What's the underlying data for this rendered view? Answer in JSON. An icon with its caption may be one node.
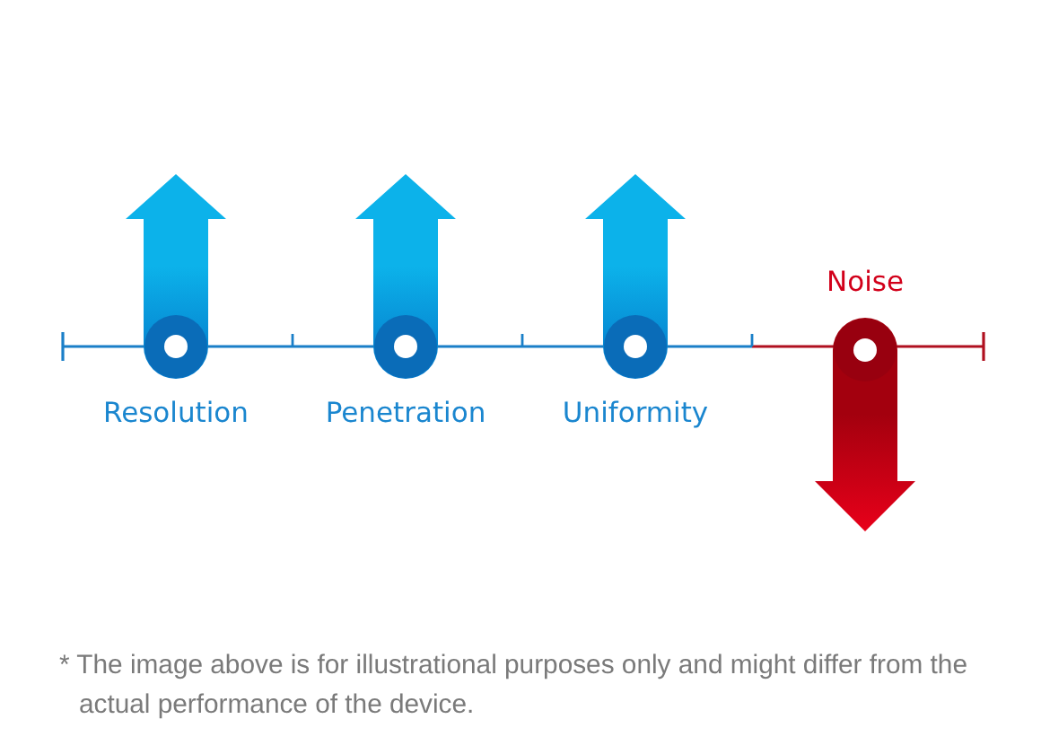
{
  "diagram": {
    "caption": "* The image above is for illustrational purposes only and might differ from the actual performance of the device.",
    "labels": [
      "Resolution",
      "Penetration",
      "Uniformity",
      "Noise"
    ]
  }
}
